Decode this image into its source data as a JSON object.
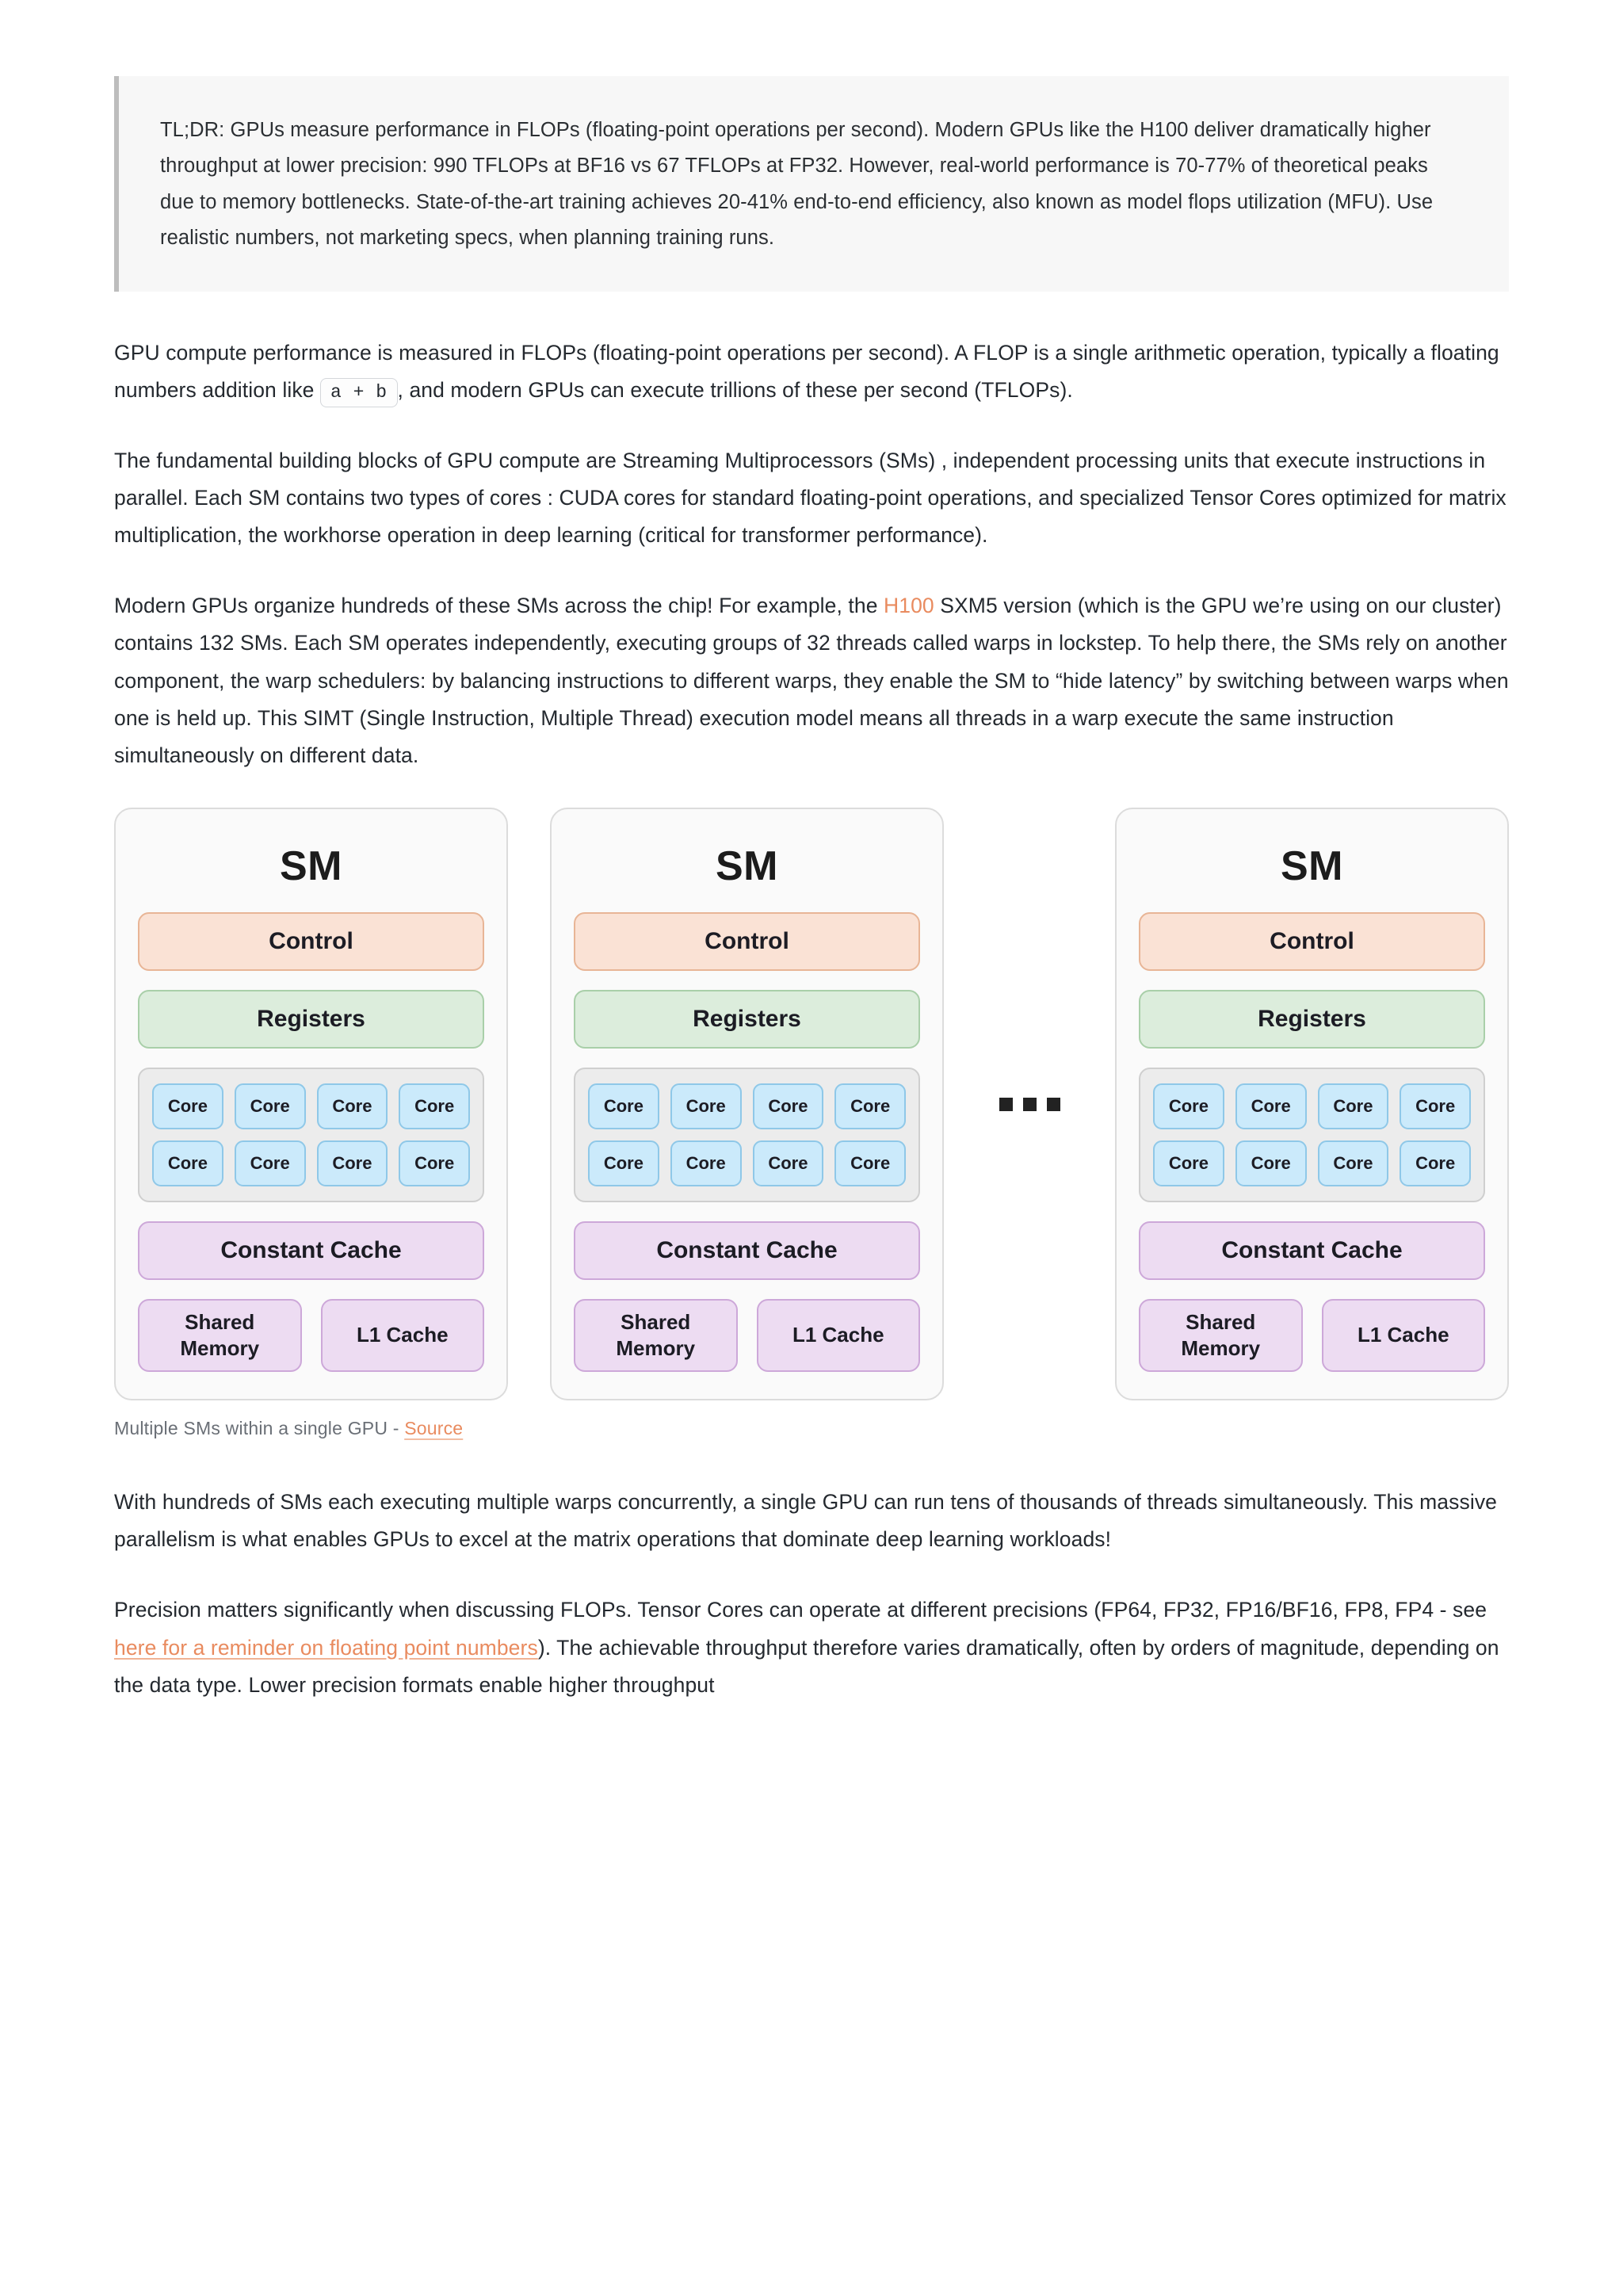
{
  "tldr": {
    "text": "TL;DR: GPUs measure performance in FLOPs (floating-point operations per second). Modern GPUs like the H100 deliver dramatically higher throughput at lower precision: 990 TFLOPs at BF16 vs 67 TFLOPs at FP32. However, real-world performance is 70-77% of theoretical peaks due to memory bottlenecks. State-of-the-art training achieves 20-41% end-to-end efficiency, also known as model flops utilization (MFU). Use realistic numbers, not marketing specs, when planning training runs."
  },
  "paragraphs": {
    "p1_a": "GPU compute performance is measured in FLOPs (floating-point operations per second). A FLOP is a single arithmetic operation, typically a floating numbers addition like",
    "p1_code": "a + b",
    "p1_b": ", and modern GPUs can execute trillions of these per second (TFLOPs).",
    "p2": "The fundamental building blocks of GPU compute are Streaming Multiprocessors (SMs) , independent processing units that execute instructions in parallel. Each SM contains two types of cores : CUDA cores for standard floating-point operations, and specialized Tensor Cores optimized for matrix multiplication, the workhorse operation in deep learning (critical for transformer performance).",
    "p3_a": "Modern GPUs organize hundreds of these SMs across the chip! For example, the",
    "p3_link": "H100",
    "p3_b": "SXM5 version (which is the GPU we’re using on our cluster) contains 132 SMs. Each SM operates independently, executing groups of 32 threads called warps in lockstep. To help there, the SMs rely on another component, the warp schedulers: by balancing instructions to different warps, they enable the SM to “hide latency” by switching between warps when one is held up. This SIMT (Single Instruction, Multiple Thread) execution model means all threads in a warp execute the same instruction simultaneously on different data.",
    "p4": "With hundreds of SMs each executing multiple warps concurrently, a single GPU can run tens of thousands of threads simultaneously. This massive parallelism is what enables GPUs to excel at the matrix operations that dominate deep learning workloads!",
    "p5_a": "Precision matters significantly when discussing FLOPs. Tensor Cores can operate at different precisions (FP64, FP32, FP16/BF16, FP8, FP4 - see",
    "p5_link": "here for a reminder on floating point numbers",
    "p5_b": "). The achievable throughput therefore varies dramatically, often by orders of magnitude, depending on the data type. Lower precision formats enable higher throughput"
  },
  "diagram": {
    "caption_text": "Multiple SMs within a single GPU -",
    "caption_link": "Source",
    "ellipsis_dots": 3,
    "sm_cards": [
      {
        "title": "SM",
        "control": "Control",
        "registers": "Registers",
        "cores": [
          "Core",
          "Core",
          "Core",
          "Core",
          "Core",
          "Core",
          "Core",
          "Core"
        ],
        "constant_cache": "Constant Cache",
        "shared_memory": "Shared Memory",
        "l1_cache": "L1 Cache"
      },
      {
        "title": "SM",
        "control": "Control",
        "registers": "Registers",
        "cores": [
          "Core",
          "Core",
          "Core",
          "Core",
          "Core",
          "Core",
          "Core",
          "Core"
        ],
        "constant_cache": "Constant Cache",
        "shared_memory": "Shared Memory",
        "l1_cache": "L1 Cache"
      },
      {
        "title": "SM",
        "control": "Control",
        "registers": "Registers",
        "cores": [
          "Core",
          "Core",
          "Core",
          "Core",
          "Core",
          "Core",
          "Core",
          "Core"
        ],
        "constant_cache": "Constant Cache",
        "shared_memory": "Shared Memory",
        "l1_cache": "L1 Cache"
      }
    ]
  },
  "colors": {
    "link": "#e98b5f",
    "control_fill": "#fae2d5",
    "registers_fill": "#dceddc",
    "core_fill": "#cbeafb",
    "cache_fill": "#eddcf2",
    "card_fill": "#fafafa",
    "tldr_fill": "#f7f7f7"
  }
}
